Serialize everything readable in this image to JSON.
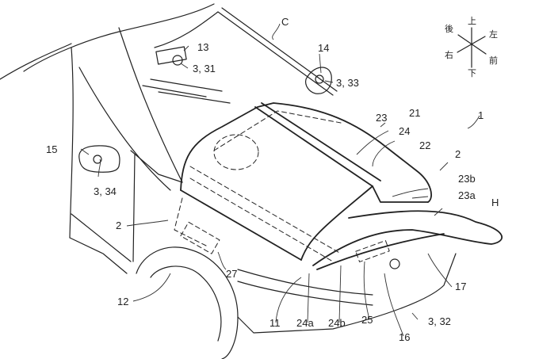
{
  "figure": {
    "labels": {
      "car": "C",
      "camera_unit": "13",
      "camera_unit_sensor": "3, 31",
      "mirror_right": "14",
      "mirror_right_sensor": "3, 33",
      "mirror_left": "15",
      "mirror_left_sensor": "3, 34",
      "airbag_device": "1",
      "airbag": "21",
      "bag_part_23": "23",
      "bag_part_24": "24",
      "bag_part_22": "22",
      "hood_ref_2_right": "2",
      "hood_ref_2_left": "2",
      "bag_23b": "23b",
      "bag_23a": "23a",
      "hood_H": "H",
      "part_27": "27",
      "tire": "12",
      "fender": "11",
      "part_24a": "24a",
      "part_24b": "24b",
      "part_25": "25",
      "bumper": "16",
      "front_sensor": "3, 32",
      "part_17": "17"
    },
    "direction_indicator": {
      "up": "上",
      "down": "下",
      "rear": "後",
      "left": "左",
      "right": "右",
      "front": "前"
    }
  }
}
